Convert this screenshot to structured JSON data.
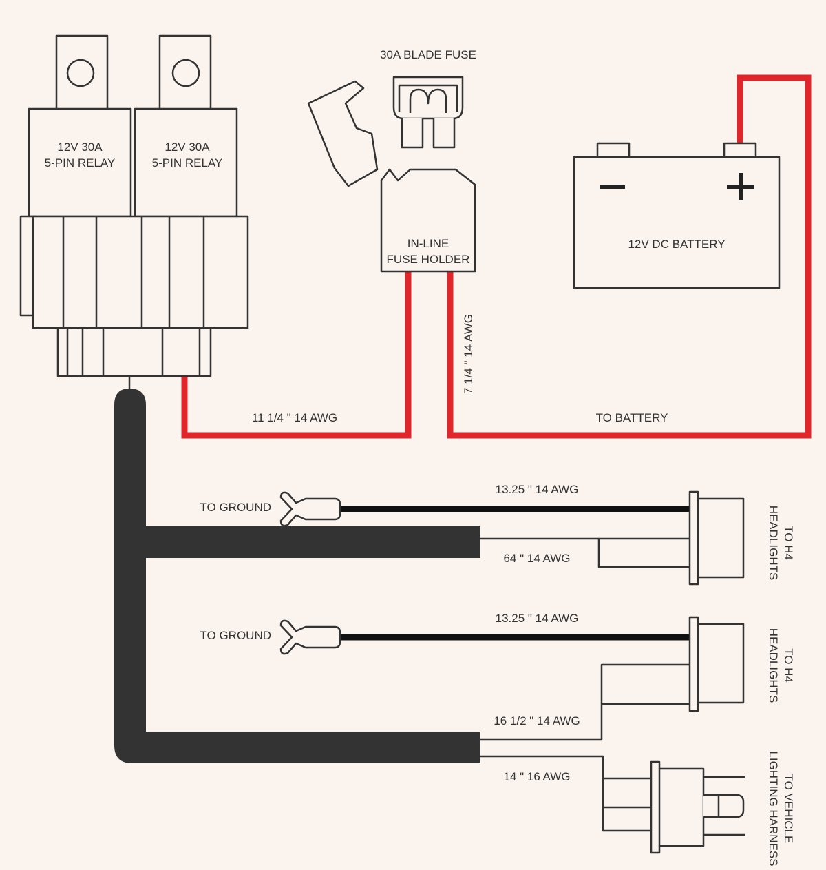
{
  "colors": {
    "background": "#faf3ee",
    "power_wire": "#e0252b",
    "ground_wire": "#111111",
    "harness": "#333333",
    "outline": "#333333"
  },
  "relays": [
    {
      "line1": "12V 30A",
      "line2": "5-PIN RELAY"
    },
    {
      "line1": "12V 30A",
      "line2": "5-PIN RELAY"
    }
  ],
  "fuse": {
    "blade_label": "30A BLADE FUSE",
    "holder_line1": "IN-LINE",
    "holder_line2": "FUSE HOLDER"
  },
  "battery": {
    "label": "12V DC BATTERY",
    "minus_symbol": "−",
    "plus_symbol": "+"
  },
  "wires": {
    "relay_to_fuse": "11 1/4 \" 14 AWG",
    "fuse_to_battery": "7 1/4 \" 14 AWG",
    "to_battery": "TO BATTERY",
    "ground_1": "13.25 \"  14 AWG",
    "headlight_1": "64 \"  14 AWG",
    "ground_2": "13.25 \"  14 AWG",
    "headlight_2": "16 1/2 \"  14 AWG",
    "vehicle": "14 \"  16 AWG"
  },
  "destinations": {
    "ground_1": "TO GROUND",
    "ground_2": "TO GROUND",
    "h4_1_line1": "TO H4",
    "h4_1_line2": "HEADLIGHTS",
    "h4_2_line1": "TO H4",
    "h4_2_line2": "HEADLIGHTS",
    "vehicle_line1": "TO VEHICLE",
    "vehicle_line2": "LIGHTING HARNESS"
  }
}
